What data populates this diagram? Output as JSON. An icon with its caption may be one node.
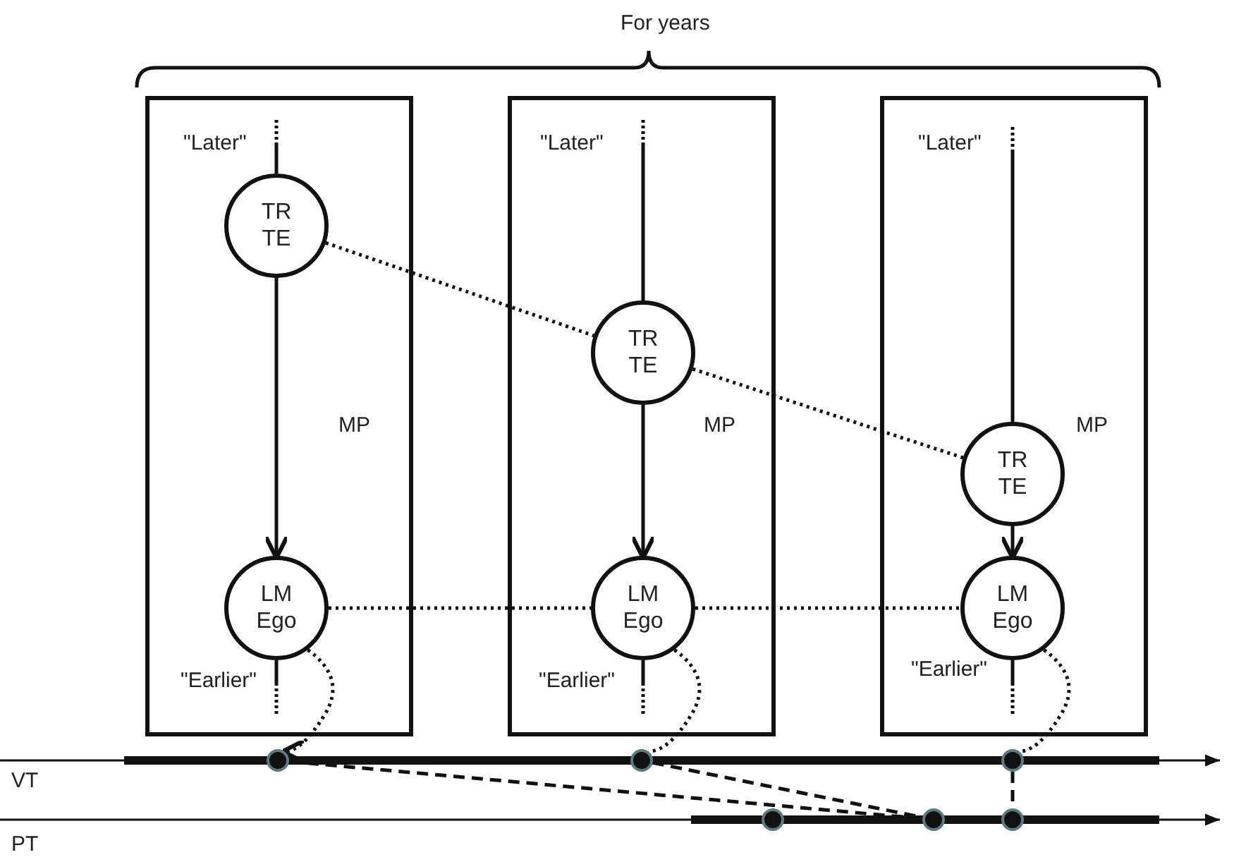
{
  "diagram": {
    "nodes": [
      {
        "text": [
          "MP"
        ]
      },
      {
        "text": [
          "TR TE"
        ],
        "in": 0
      },
      {
        "text": [
          "LM Ego"
        ],
        "in": 0
      },
      {
        "text": [
          "MP"
        ]
      },
      {
        "text": [
          "TR TE"
        ],
        "in": 3
      },
      {
        "text": [
          "LM Ego"
        ],
        "in": 3
      },
      {
        "text": [
          "MP"
        ]
      },
      {
        "text": [
          "TR TE"
        ],
        "in": 6
      },
      {
        "text": [
          "LM Ego"
        ],
        "in": 6
      },
      {
        "text": [],
        "shape": "circle"
      },
      {
        "text": [],
        "shape": "circle"
      },
      {
        "text": [],
        "shape": "circle"
      },
      {
        "text": [],
        "shape": "circle"
      },
      {
        "text": [],
        "shape": "circle"
      },
      {
        "text": [],
        "shape": "circle"
      }
    ],
    "edges": [
      {
        "from": 1,
        "to": 2,
        "arrow": "to"
      },
      {
        "from": 4,
        "to": 5,
        "arrow": "to"
      },
      {
        "from": 7,
        "to": 8,
        "arrow": "to"
      },
      {
        "from": 1,
        "to": 4,
        "arrow": "none",
        "style": "dashed"
      },
      {
        "from": 4,
        "to": 7,
        "arrow": "none",
        "style": "dashed"
      },
      {
        "from": 2,
        "to": 5,
        "arrow": "none",
        "style": "dashed"
      },
      {
        "from": 5,
        "to": 8,
        "arrow": "none",
        "style": "dashed"
      },
      {
        "from": 2,
        "to": 9,
        "arrow": "to",
        "style": "dashed"
      },
      {
        "from": 5,
        "to": 10,
        "arrow": "none",
        "style": "dashed"
      },
      {
        "from": 8,
        "to": 11,
        "arrow": "none",
        "style": "dashed"
      },
      {
        "from": 9,
        "to": 13,
        "arrow": "none",
        "style": "dashed"
      },
      {
        "from": 10,
        "to": 13,
        "arrow": "none",
        "style": "dashed"
      },
      {
        "from": 11,
        "to": 14,
        "arrow": "none",
        "style": "dashed"
      }
    ],
    "labels": [
      "For years",
      "\"Later\"",
      "\"Later\"",
      "\"Later\"",
      "\"Earlier\"",
      "\"Earlier\"",
      "\"Earlier\"",
      "VT",
      "PT"
    ]
  }
}
